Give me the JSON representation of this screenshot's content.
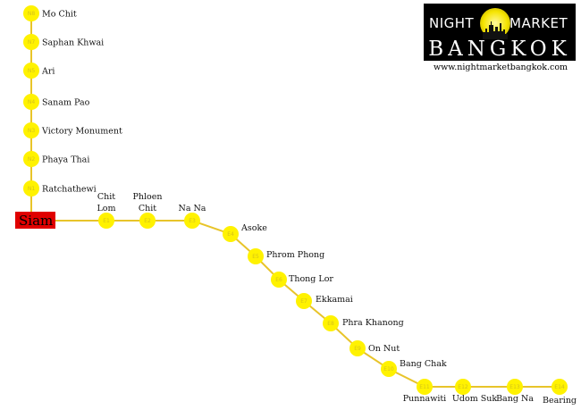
{
  "hub": {
    "name": "Siam",
    "box_color": "#e00000"
  },
  "line_color": "#e8c42a",
  "station_color": "#fff200",
  "north_branch": [
    {
      "code": "N8",
      "name": "Mo Chit"
    },
    {
      "code": "N7",
      "name": "Saphan Khwai"
    },
    {
      "code": "N5",
      "name": "Ari"
    },
    {
      "code": "N4",
      "name": "Sanam Pao"
    },
    {
      "code": "N3",
      "name": "Victory Monument"
    },
    {
      "code": "N2",
      "name": "Phaya Thai"
    },
    {
      "code": "N1",
      "name": "Ratchathewi"
    }
  ],
  "east_branch": [
    {
      "code": "E1",
      "name_lines": [
        "Chit",
        "Lom"
      ]
    },
    {
      "code": "E2",
      "name_lines": [
        "Phloen",
        "Chit"
      ]
    },
    {
      "code": "E3",
      "name_lines": [
        "Na Na"
      ]
    },
    {
      "code": "E4",
      "name_lines": [
        "Asoke"
      ]
    },
    {
      "code": "E5",
      "name_lines": [
        "Phrom Phong"
      ]
    },
    {
      "code": "E6",
      "name_lines": [
        "Thong Lor"
      ]
    },
    {
      "code": "E7",
      "name_lines": [
        "Ekkamai"
      ]
    },
    {
      "code": "E8",
      "name_lines": [
        "Phra Khanong"
      ]
    },
    {
      "code": "E9",
      "name_lines": [
        "On Nut"
      ]
    },
    {
      "code": "E10",
      "name_lines": [
        "Bang Chak"
      ]
    },
    {
      "code": "E11",
      "name_lines": [
        "Punnawiti"
      ]
    },
    {
      "code": "E12",
      "name_lines": [
        "Udom Suk"
      ]
    },
    {
      "code": "E13",
      "name_lines": [
        "Bang Na"
      ]
    },
    {
      "code": "E14",
      "name_lines": [
        "Bearing"
      ]
    }
  ],
  "logo": {
    "word1": "NIGHT",
    "word2": "MARKET",
    "word3": "BANGKOK",
    "url": "www.nightmarketbangkok.com"
  }
}
